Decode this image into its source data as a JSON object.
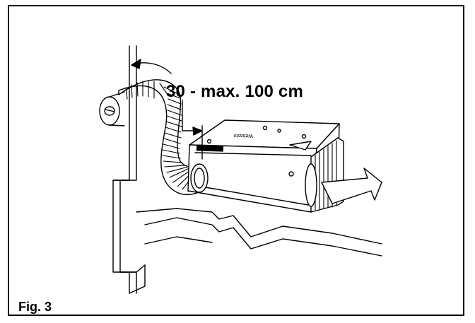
{
  "figure": {
    "label": "Fig. 3",
    "dimension_label": "30 - max. 100 cm",
    "unit_brand_text": "Webasto"
  },
  "colors": {
    "line": "#000000",
    "background": "#ffffff",
    "frame": "#000000"
  }
}
